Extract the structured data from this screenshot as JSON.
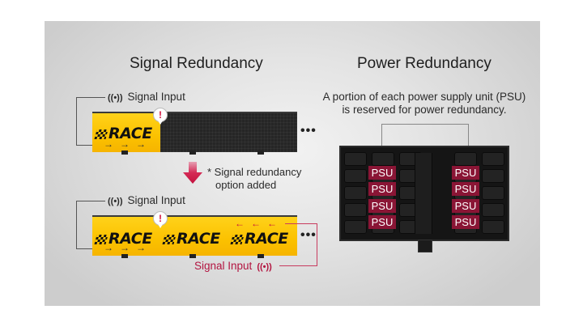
{
  "signal_section": {
    "title": "Signal Redundancy",
    "top_input_label": "Signal Input",
    "bottom_input_label": "Signal Input",
    "redundant_input_label": "Signal Input",
    "note_line1": "* Signal redundancy",
    "note_line2": "option added",
    "brand_text": "RACE",
    "ellipsis": "•••",
    "alert_symbol": "!",
    "signal_icon": "((•))",
    "arrow_right": "→",
    "arrow_left": "←"
  },
  "power_section": {
    "title": "Power Redundancy",
    "description_line1": "A portion of each power supply unit (PSU)",
    "description_line2": "is reserved for power redundancy.",
    "psu_label": "PSU",
    "psu_columns": [
      [
        "PSU",
        "PSU",
        "PSU",
        "PSU"
      ],
      [
        "PSU",
        "PSU",
        "PSU",
        "PSU"
      ]
    ]
  },
  "colors": {
    "accent_red": "#b31440",
    "psu_red": "#8a1535",
    "screen_yellow": "#fbc100",
    "screen_dark": "#262626"
  }
}
